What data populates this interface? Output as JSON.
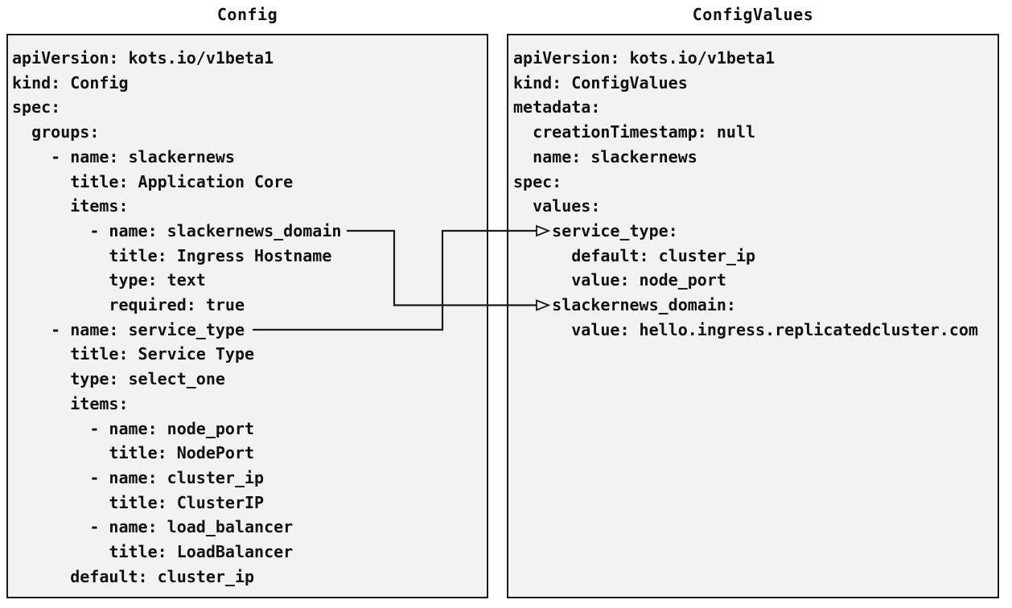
{
  "panels": {
    "left": {
      "title": "Config",
      "lines": [
        "apiVersion: kots.io/v1beta1",
        "kind: Config",
        "spec:",
        "  groups:",
        "    - name: slackernews",
        "      title: Application Core",
        "      items:",
        "        - name: slackernews_domain",
        "          title: Ingress Hostname",
        "          type: text",
        "          required: true",
        "    - name: service_type",
        "      title: Service Type",
        "      type: select_one",
        "      items:",
        "        - name: node_port",
        "          title: NodePort",
        "        - name: cluster_ip",
        "          title: ClusterIP",
        "        - name: load_balancer",
        "          title: LoadBalancer",
        "      default: cluster_ip"
      ]
    },
    "right": {
      "title": "ConfigValues",
      "lines": [
        "apiVersion: kots.io/v1beta1",
        "kind: ConfigValues",
        "metadata:",
        "  creationTimestamp: null",
        "  name: slackernews",
        "spec:",
        "  values:",
        "    service_type:",
        "      default: cluster_ip",
        "      value: node_port",
        "    slackernews_domain:",
        "      value: hello.ingress.replicatedcluster.com"
      ]
    }
  },
  "connections": [
    {
      "from_panel": "Config",
      "from_key": "slackernews_domain",
      "to_panel": "ConfigValues",
      "to_key": "slackernews_domain"
    },
    {
      "from_panel": "Config",
      "from_key": "service_type",
      "to_panel": "ConfigValues",
      "to_key": "service_type"
    }
  ],
  "colors": {
    "page_bg": "#ffffff",
    "box_bg": "#f2f2f2",
    "box_border": "#1a1a1a",
    "text": "#111111",
    "connector": "#1a1a1a"
  }
}
